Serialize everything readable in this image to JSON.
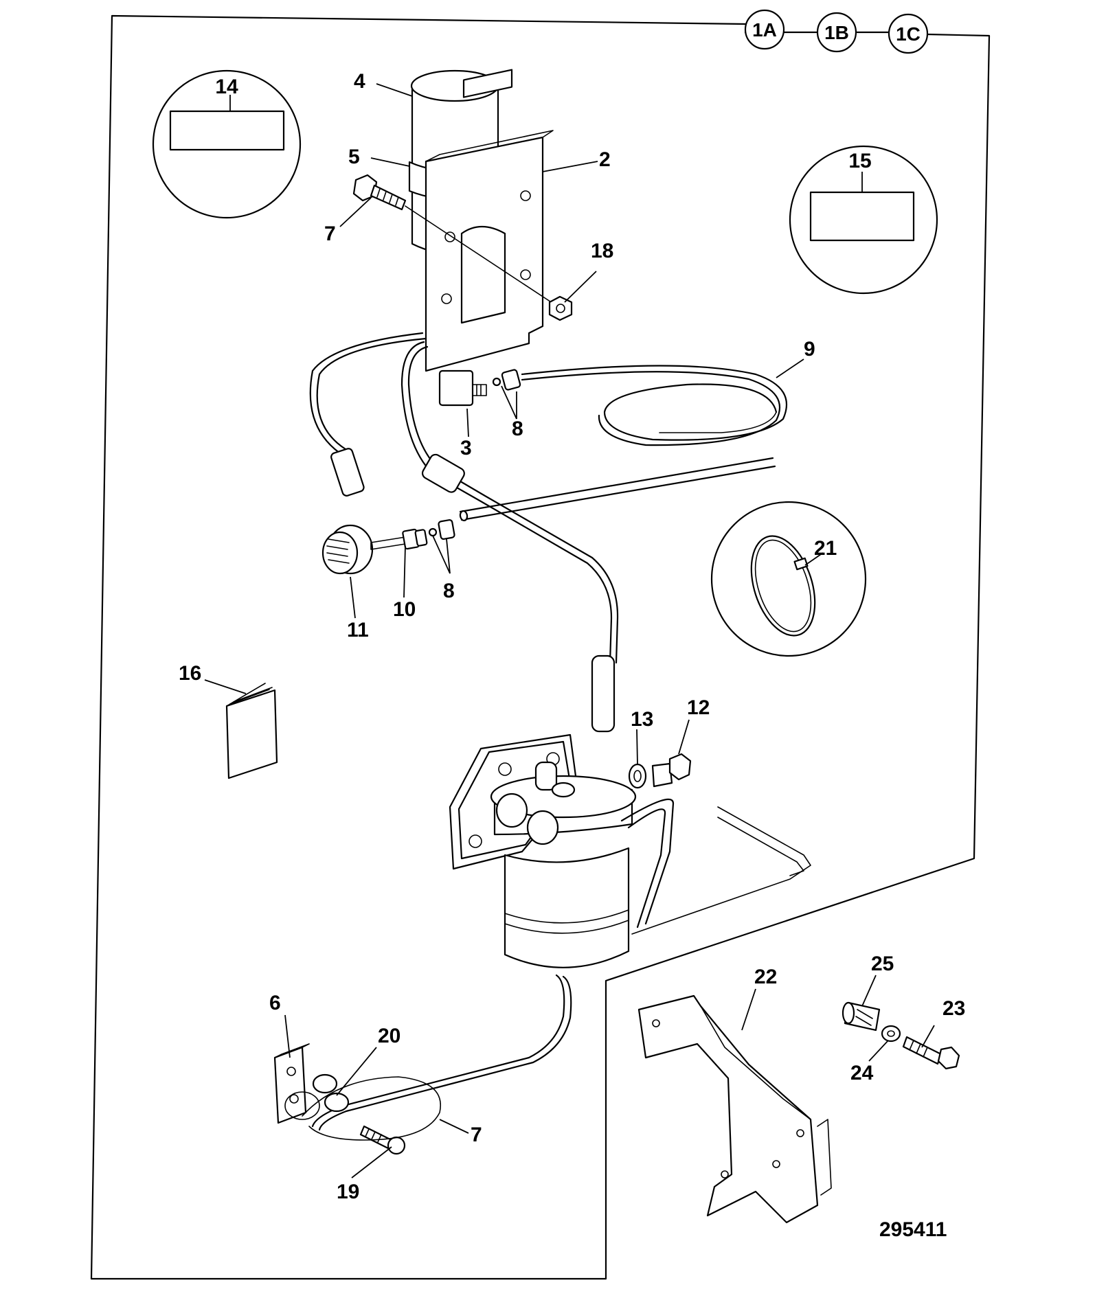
{
  "diagram": {
    "reference_tags": [
      "1A",
      "1B",
      "1C"
    ],
    "drawing_number": "295411",
    "parts": {
      "p2": "2",
      "p3": "3",
      "p4": "4",
      "p5": "5",
      "p6": "6",
      "p7a": "7",
      "p7b": "7",
      "p8a": "8",
      "p8b": "8",
      "p9": "9",
      "p10": "10",
      "p11": "11",
      "p12": "12",
      "p13": "13",
      "p14": "14",
      "p15": "15",
      "p16": "16",
      "p18": "18",
      "p19": "19",
      "p20": "20",
      "p21": "21",
      "p22": "22",
      "p23": "23",
      "p24": "24",
      "p25": "25"
    }
  }
}
